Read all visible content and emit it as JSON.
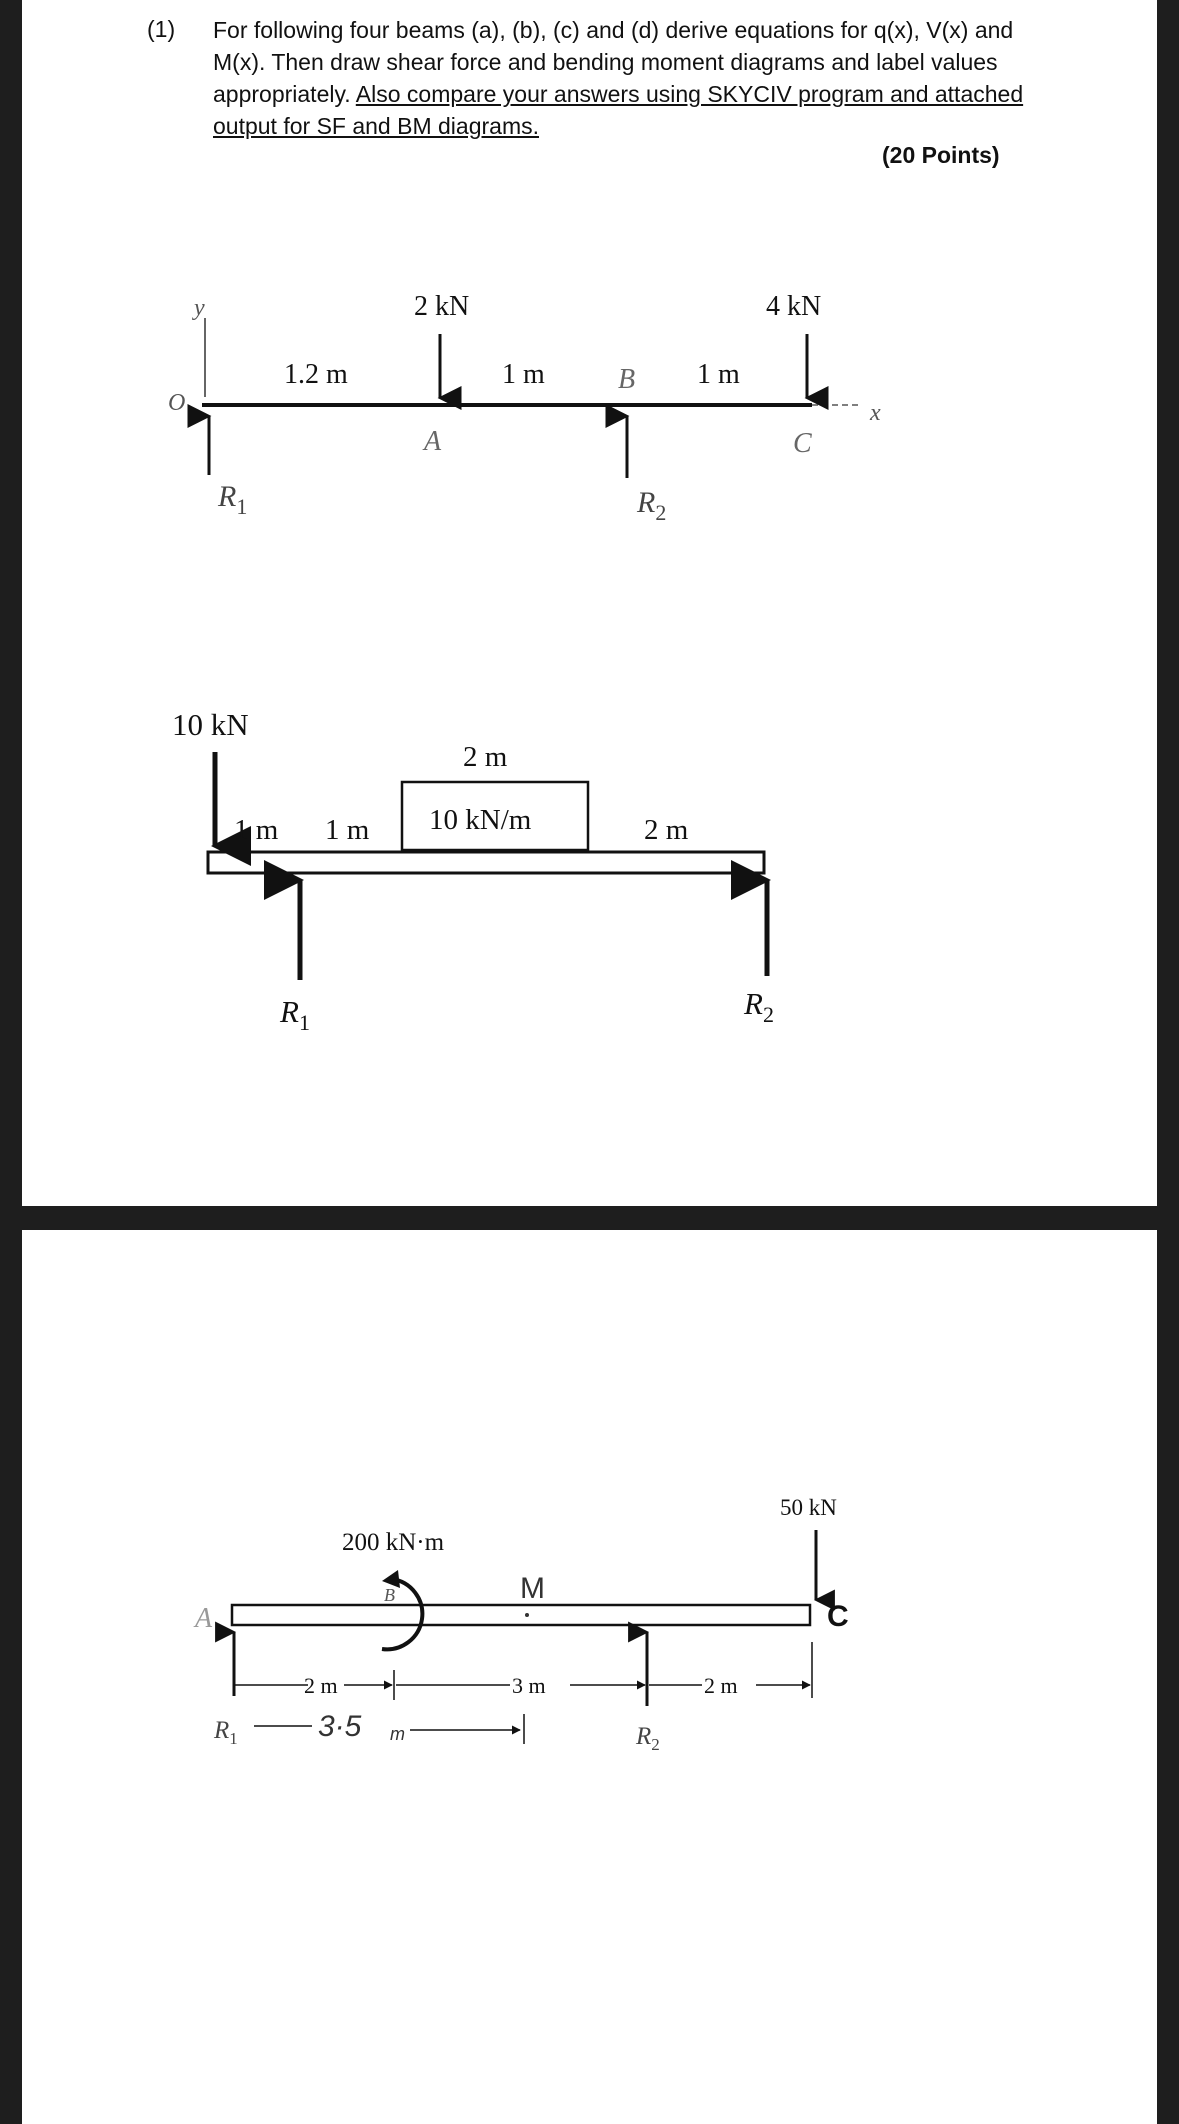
{
  "problem": {
    "number": "(1)",
    "text_plain": "For following four beams (a), (b), (c) and (d) derive equations for q(x), V(x) and M(x). Then draw shear force and bending moment diagrams and label values appropriately. ",
    "text_underlined": "Also compare your answers using SKYCIV program and attached output for SF and BM diagrams. ",
    "points": "(20 Points)"
  },
  "beam_a": {
    "y_axis": "y",
    "origin": "O",
    "x_axis": "x",
    "load_A": "2 kN",
    "load_C": "4 kN",
    "span_OA": "1.2 m",
    "span_AB": "1 m",
    "span_BC": "1 m",
    "point_A": "A",
    "point_B": "B",
    "point_C": "C",
    "reaction_1": "R",
    "reaction_1_sub": "1",
    "reaction_2": "R",
    "reaction_2_sub": "2"
  },
  "beam_b": {
    "point_load": "10 kN",
    "span_1": "1 m",
    "span_2": "1 m",
    "dist_length": "2 m",
    "dist_load": "10 kN/m",
    "span_end": "2 m",
    "reaction_1": "R",
    "reaction_1_sub": "1",
    "reaction_2": "R",
    "reaction_2_sub": "2"
  },
  "beam_c": {
    "moment": "200 kN·m",
    "point_load": "50 kN",
    "point_A": "A",
    "point_B": "B",
    "point_M": "M",
    "point_C": "C",
    "dim_1": "2 m",
    "dim_2": "3 m",
    "dim_3": "2 m",
    "dim_handwritten": "3·5",
    "dim_handwritten_unit": "m",
    "reaction_1": "R",
    "reaction_1_sub": "1",
    "reaction_2": "R",
    "reaction_2_sub": "2"
  }
}
